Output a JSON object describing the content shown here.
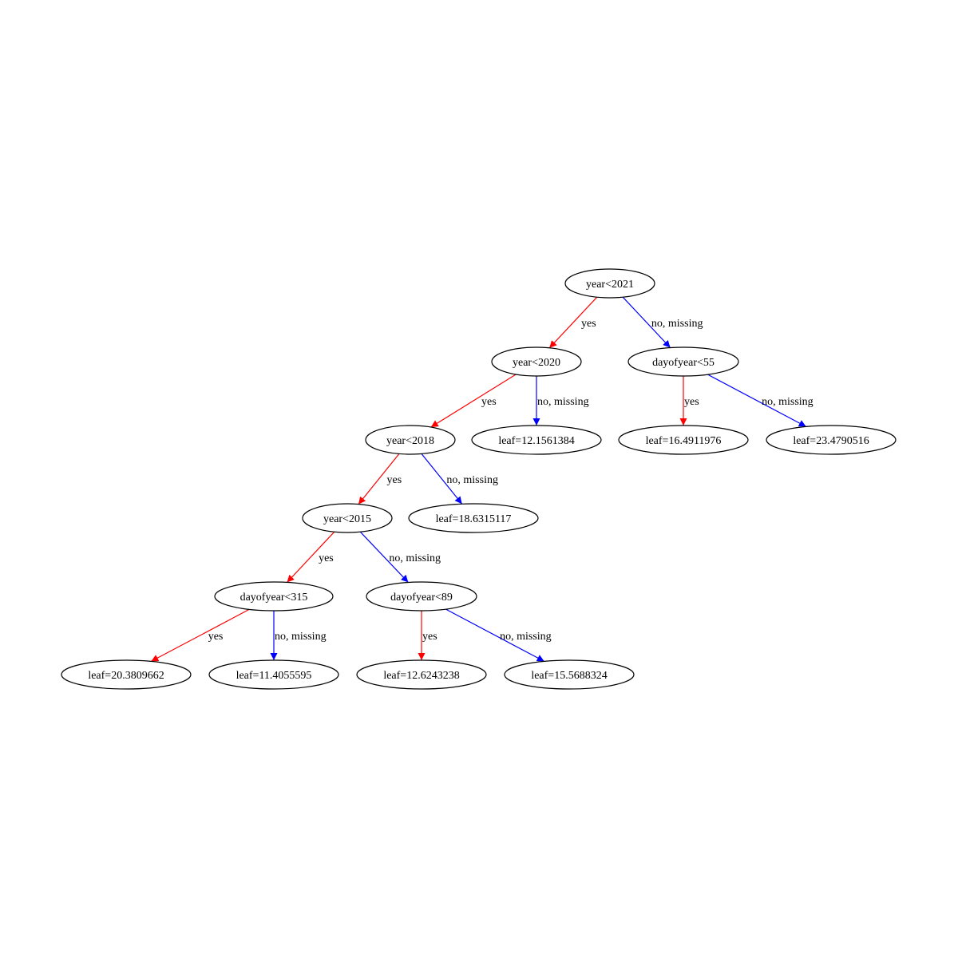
{
  "colors": {
    "yes": "#ff0000",
    "no": "#0000ff",
    "node_stroke": "#000000"
  },
  "nodes": [
    {
      "id": "n0",
      "label": "year<2021"
    },
    {
      "id": "n1",
      "label": "year<2020"
    },
    {
      "id": "n2",
      "label": "dayofyear<55"
    },
    {
      "id": "n3",
      "label": "year<2018"
    },
    {
      "id": "n4",
      "label": "leaf=12.1561384"
    },
    {
      "id": "n5",
      "label": "leaf=16.4911976"
    },
    {
      "id": "n6",
      "label": "leaf=23.4790516"
    },
    {
      "id": "n7",
      "label": "year<2015"
    },
    {
      "id": "n8",
      "label": "leaf=18.6315117"
    },
    {
      "id": "n9",
      "label": "dayofyear<315"
    },
    {
      "id": "n10",
      "label": "dayofyear<89"
    },
    {
      "id": "n11",
      "label": "leaf=20.3809662"
    },
    {
      "id": "n12",
      "label": "leaf=11.4055595"
    },
    {
      "id": "n13",
      "label": "leaf=12.6243238"
    },
    {
      "id": "n14",
      "label": "leaf=15.5688324"
    }
  ],
  "edges": [
    {
      "from": "n0",
      "to": "n1",
      "label": "yes",
      "kind": "yes"
    },
    {
      "from": "n0",
      "to": "n2",
      "label": "no, missing",
      "kind": "no"
    },
    {
      "from": "n1",
      "to": "n3",
      "label": "yes",
      "kind": "yes"
    },
    {
      "from": "n1",
      "to": "n4",
      "label": "no, missing",
      "kind": "no"
    },
    {
      "from": "n2",
      "to": "n5",
      "label": "yes",
      "kind": "yes"
    },
    {
      "from": "n2",
      "to": "n6",
      "label": "no, missing",
      "kind": "no"
    },
    {
      "from": "n3",
      "to": "n7",
      "label": "yes",
      "kind": "yes"
    },
    {
      "from": "n3",
      "to": "n8",
      "label": "no, missing",
      "kind": "no"
    },
    {
      "from": "n7",
      "to": "n9",
      "label": "yes",
      "kind": "yes"
    },
    {
      "from": "n7",
      "to": "n10",
      "label": "no, missing",
      "kind": "no"
    },
    {
      "from": "n9",
      "to": "n11",
      "label": "yes",
      "kind": "yes"
    },
    {
      "from": "n9",
      "to": "n12",
      "label": "no, missing",
      "kind": "no"
    },
    {
      "from": "n10",
      "to": "n13",
      "label": "yes",
      "kind": "yes"
    },
    {
      "from": "n10",
      "to": "n14",
      "label": "no, missing",
      "kind": "no"
    }
  ]
}
